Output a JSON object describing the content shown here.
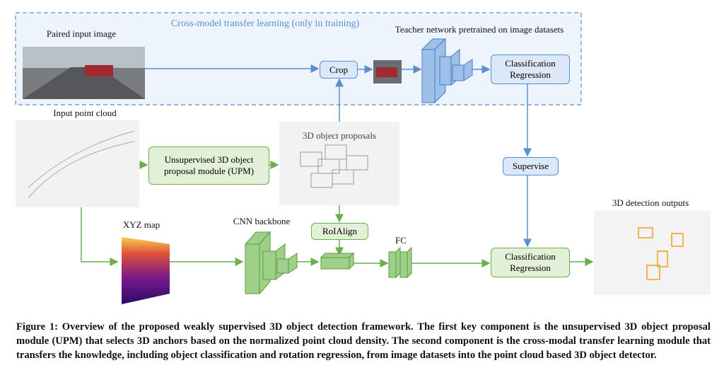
{
  "figure": {
    "region_title": "Cross-model transfer learning (only in training)",
    "paired_input_label": "Paired input image",
    "crop_label": "Crop",
    "teacher_label": "Teacher network pretrained on image datasets",
    "teacher_head": [
      "Classification",
      "Regression"
    ],
    "supervise_label": "Supervise",
    "input_cloud_label": "Input point cloud",
    "upm_label": [
      "Unsupervised 3D object",
      "proposal module (UPM)"
    ],
    "proposals_label": "3D object proposals",
    "roialign_label": "RoIAlign",
    "xyz_label": "XYZ map",
    "cnn_label": "CNN backbone",
    "fc_label": "FC",
    "student_head": [
      "Classification",
      "Regression"
    ],
    "output_label": "3D detection outputs",
    "colors": {
      "blue": "#5b8fd0",
      "green": "#6aaf4a",
      "region_bg": "#eef4fb",
      "box_orange": "#f0a020"
    }
  },
  "caption": "Figure 1: Overview of the proposed weakly supervised 3D object detection framework. The first key component is the unsupervised 3D object proposal module (UPM) that selects 3D anchors based on the normalized point cloud density. The second component is the cross-modal transfer learning module that transfers the knowledge, including object classification and rotation regression, from image datasets into the point cloud based 3D object detector."
}
